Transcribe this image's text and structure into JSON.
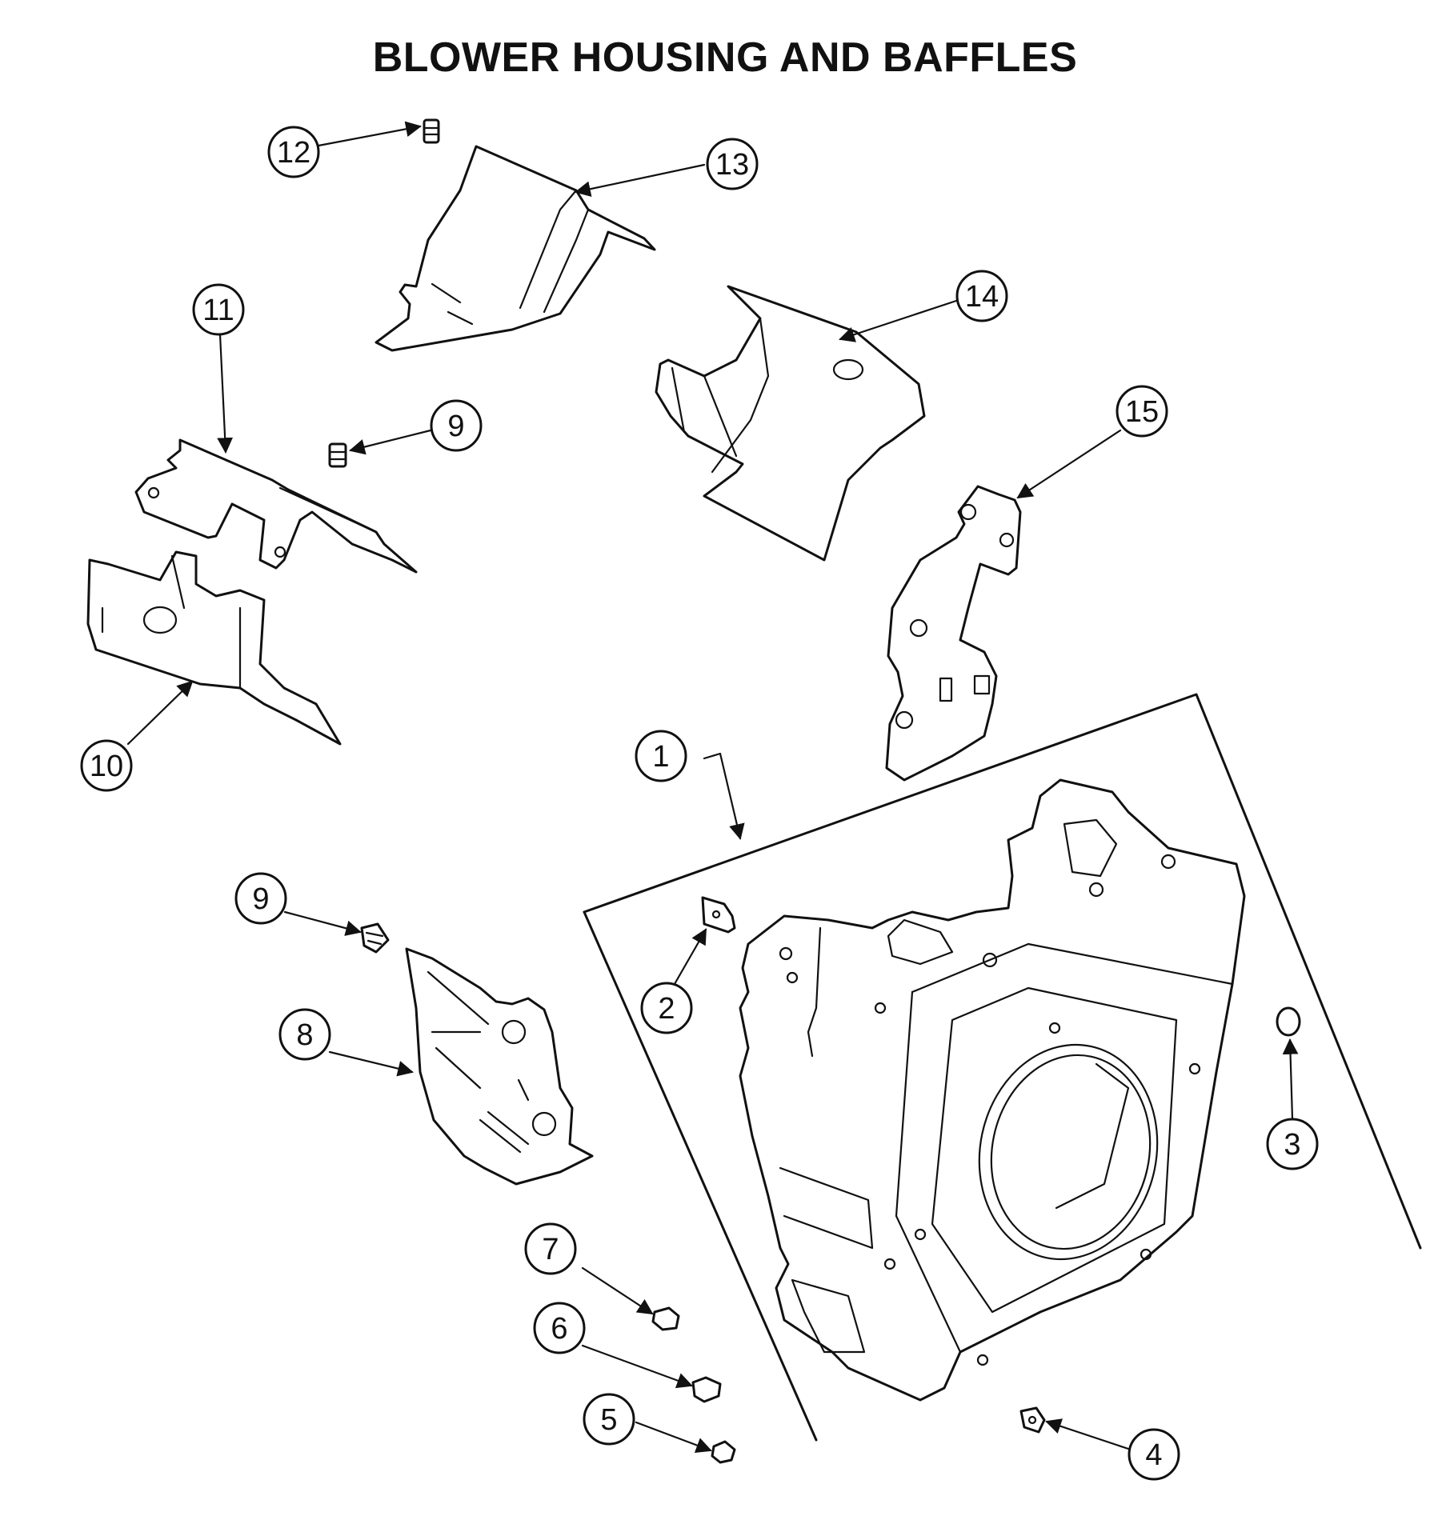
{
  "title": "BLOWER HOUSING AND BAFFLES",
  "callouts": [
    {
      "id": "c1",
      "label": "1"
    },
    {
      "id": "c2",
      "label": "2"
    },
    {
      "id": "c3",
      "label": "3"
    },
    {
      "id": "c4",
      "label": "4"
    },
    {
      "id": "c5",
      "label": "5"
    },
    {
      "id": "c6",
      "label": "6"
    },
    {
      "id": "c7",
      "label": "7"
    },
    {
      "id": "c8",
      "label": "8"
    },
    {
      "id": "c9a",
      "label": "9"
    },
    {
      "id": "c9b",
      "label": "9"
    },
    {
      "id": "c10",
      "label": "10"
    },
    {
      "id": "c11",
      "label": "11"
    },
    {
      "id": "c12",
      "label": "12"
    },
    {
      "id": "c13",
      "label": "13"
    },
    {
      "id": "c14",
      "label": "14"
    },
    {
      "id": "c15",
      "label": "15"
    }
  ]
}
